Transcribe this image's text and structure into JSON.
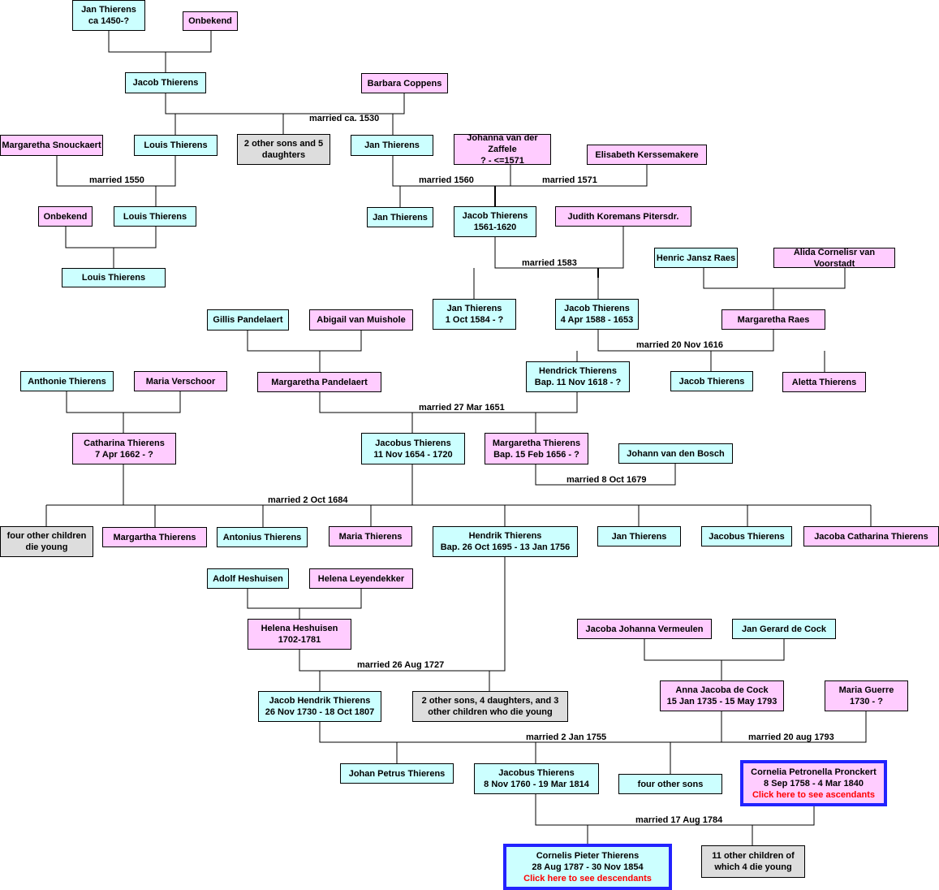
{
  "colors": {
    "male": "#ccffff",
    "female": "#ffccff",
    "group": "#dddddd",
    "highlight_border": "#2222ff",
    "link": "#ff0000"
  },
  "people": [
    {
      "kind": "male",
      "lines": [
        "Jan Thierens",
        "ca 1450-?"
      ]
    },
    {
      "kind": "female",
      "lines": [
        "Onbekend"
      ]
    },
    {
      "kind": "male",
      "lines": [
        "Jacob Thierens"
      ]
    },
    {
      "kind": "female",
      "lines": [
        "Barbara Coppens"
      ]
    },
    {
      "kind": "female",
      "lines": [
        "Margaretha Snouckaert"
      ]
    },
    {
      "kind": "male",
      "lines": [
        "Louis Thierens"
      ]
    },
    {
      "kind": "group",
      "lines": [
        "2 other sons and 5",
        "daughters"
      ]
    },
    {
      "kind": "male",
      "lines": [
        "Jan Thierens"
      ]
    },
    {
      "kind": "female",
      "lines": [
        "Johanna van der Zaffele",
        "? - <=1571"
      ]
    },
    {
      "kind": "female",
      "lines": [
        "Elisabeth Kerssemakere"
      ]
    },
    {
      "kind": "female",
      "lines": [
        "Onbekend"
      ]
    },
    {
      "kind": "male",
      "lines": [
        "Louis Thierens"
      ]
    },
    {
      "kind": "male",
      "lines": [
        "Jan Thierens"
      ]
    },
    {
      "kind": "male",
      "lines": [
        "Jacob Thierens",
        "1561-1620"
      ]
    },
    {
      "kind": "female",
      "lines": [
        "Judith Koremans Pitersdr."
      ]
    },
    {
      "kind": "male",
      "lines": [
        "Louis Thierens"
      ]
    },
    {
      "kind": "male",
      "lines": [
        "Henric Jansz Raes"
      ]
    },
    {
      "kind": "female",
      "lines": [
        "Alida Cornelisr van Voorstadt"
      ]
    },
    {
      "kind": "male",
      "lines": [
        "Jan Thierens",
        "1 Oct 1584 - ?"
      ]
    },
    {
      "kind": "male",
      "lines": [
        "Jacob Thierens",
        "4 Apr 1588 - 1653"
      ]
    },
    {
      "kind": "male",
      "lines": [
        "Gillis Pandelaert"
      ]
    },
    {
      "kind": "female",
      "lines": [
        "Abigail van Muishole"
      ]
    },
    {
      "kind": "female",
      "lines": [
        "Margaretha Raes"
      ]
    },
    {
      "kind": "male",
      "lines": [
        "Anthonie Thierens"
      ]
    },
    {
      "kind": "female",
      "lines": [
        "Maria Verschoor"
      ]
    },
    {
      "kind": "female",
      "lines": [
        "Margaretha Pandelaert"
      ]
    },
    {
      "kind": "male",
      "lines": [
        "Hendrick Thierens",
        "Bap. 11 Nov 1618 - ?"
      ]
    },
    {
      "kind": "male",
      "lines": [
        "Jacob Thierens"
      ]
    },
    {
      "kind": "female",
      "lines": [
        "Aletta Thierens"
      ]
    },
    {
      "kind": "female",
      "lines": [
        "Catharina Thierens",
        "7 Apr 1662 - ?"
      ]
    },
    {
      "kind": "male",
      "lines": [
        "Jacobus Thierens",
        "11 Nov 1654 - 1720"
      ]
    },
    {
      "kind": "female",
      "lines": [
        "Margaretha Thierens",
        "Bap. 15 Feb 1656 - ?"
      ]
    },
    {
      "kind": "male",
      "lines": [
        "Johann van den Bosch"
      ]
    },
    {
      "kind": "group",
      "lines": [
        "four other children",
        "die young"
      ]
    },
    {
      "kind": "female",
      "lines": [
        "Margartha Thierens"
      ]
    },
    {
      "kind": "male",
      "lines": [
        "Antonius Thierens"
      ]
    },
    {
      "kind": "female",
      "lines": [
        "Maria Thierens"
      ]
    },
    {
      "kind": "male",
      "lines": [
        "Hendrik Thierens",
        "Bap. 26 Oct 1695 - 13 Jan 1756"
      ]
    },
    {
      "kind": "male",
      "lines": [
        "Jan Thierens"
      ]
    },
    {
      "kind": "male",
      "lines": [
        "Jacobus Thierens"
      ]
    },
    {
      "kind": "female",
      "lines": [
        "Jacoba Catharina Thierens"
      ]
    },
    {
      "kind": "male",
      "lines": [
        "Adolf Heshuisen"
      ]
    },
    {
      "kind": "female",
      "lines": [
        "Helena Leyendekker"
      ]
    },
    {
      "kind": "female",
      "lines": [
        "Helena Heshuisen",
        "1702-1781"
      ]
    },
    {
      "kind": "female",
      "lines": [
        "Jacoba Johanna Vermeulen"
      ]
    },
    {
      "kind": "male",
      "lines": [
        "Jan Gerard de Cock"
      ]
    },
    {
      "kind": "male",
      "lines": [
        "Jacob Hendrik Thierens",
        "26 Nov 1730 - 18 Oct 1807"
      ]
    },
    {
      "kind": "group",
      "lines": [
        "2 other sons, 4 daughters, and 3",
        "other children who die young"
      ]
    },
    {
      "kind": "female",
      "lines": [
        "Anna Jacoba de Cock",
        "15 Jan 1735 - 15 May 1793"
      ]
    },
    {
      "kind": "female",
      "lines": [
        "Maria Guerre",
        "1730 - ?"
      ]
    },
    {
      "kind": "male",
      "lines": [
        "Johan Petrus Thierens"
      ]
    },
    {
      "kind": "male",
      "lines": [
        "Jacobus Thierens",
        "8 Nov 1760 - 19 Mar 1814"
      ]
    },
    {
      "kind": "male",
      "lines": [
        "four other sons"
      ]
    },
    {
      "kind": "female",
      "lines": [
        "Cornelia Petronella Pronckert",
        "8 Sep 1758 - 4 Mar 1840"
      ],
      "link": "Click here to see ascendants"
    },
    {
      "kind": "male",
      "lines": [
        "Cornelis Pieter Thierens",
        "28 Aug 1787 - 30 Nov 1854"
      ],
      "link": "Click here to see descendants"
    },
    {
      "kind": "group",
      "lines": [
        "11 other children of",
        "which 4 die young"
      ]
    }
  ],
  "marriages": [
    "married ca. 1530",
    "married 1550",
    "married 1560",
    "married 1571",
    "married 1583",
    "married 20 Nov 1616",
    "married 27 Mar 1651",
    "married 8 Oct 1679",
    "married 2 Oct 1684",
    "married 26 Aug 1727",
    "married 2 Jan 1755",
    "married 20 aug 1793",
    "married 17 Aug 1784"
  ]
}
